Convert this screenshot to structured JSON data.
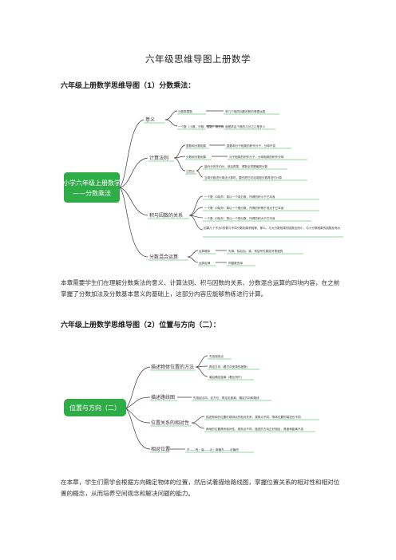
{
  "page": {
    "title": "六年级思维导图上册数学"
  },
  "section1": {
    "title": "六年级上册数学思维导图（1）分数乘法：",
    "root": [
      "小学六年级上册数学",
      "——分数乘法"
    ],
    "branches": {
      "b1": {
        "label": "意义",
        "leaves": [
          "分数乘整数",
          "求几个相同加数的和的简便运算",
          "一个数（小数、分数、整数）乘分数",
          "就是求这个数的几分之几是多少"
        ]
      },
      "b2": {
        "label": "计算法则",
        "leaves": [
          "整数和分数相乘",
          "整数和分子相乘的积作分子，分母不变",
          "分数和分数相乘",
          "分子相乘的积作分子，分母相乘的积作分母",
          "注意点",
          "能约分的先约分，然后再乘，得数必须是最简分数",
          "当带分数进行乘法计算时，要先把它们化成假分数再进行计算"
        ]
      },
      "b3": {
        "label": "积与因数的关系",
        "leaves": [
          "一个数（0除外）乘以一个真分数，所得的积小于它本身",
          "一个数（0除外）乘以一个假分数，所得的积等于或大于它本身",
          "一个数（0除外）乘以一个带分数，所得的积大于它本身",
          "如果几个不为0的数与不同分数相乘积相等，那么，与大分数相乘的因数反而小，与小分数相乘的因数反而大"
        ]
      },
      "b4": {
        "label": "分数混合运算",
        "leaves": [
          "运算顺序",
          "先乘、除后加、减，有括号先算括号里面的",
          "运算定律",
          "同整数的用"
        ]
      }
    }
  },
  "para1": "本章需要学生们在理解分数乘法的意义、计算法则、积与因数的关系、分数混合运算的四块内容，在之前掌握了分数加法及分数基本意义的基础上，这部分内容应能够熟练进行计算。",
  "section2": {
    "title": "六年级上册数学思维导图（2）位置与方向（二）：",
    "root": "位置与方向（二）",
    "branches": {
      "b1": {
        "label": "描述物体位置的方法",
        "leaves": [
          "先找观测点",
          "再定方向（看方向夹角的度数）",
          "最后确定距离（看比例尺）"
        ]
      },
      "b2": {
        "label": "描述路线图",
        "leaves": [
          "先按起点向、定方位，再定走距离，确定方向和路线"
        ]
      },
      "b3": {
        "label": "位置关系的相对性",
        "leaves": [
          "描述物体的位置时观测点的相对关系，观测点不同，物体位置的描述也不同",
          "两地的位置具有相对性，观测点不同，描述的方向正好相反，角度和距离不变"
        ]
      },
      "b4": {
        "label": "相对位置",
        "leaves": [
          "东——西；南——北；南偏东——北偏西"
        ]
      }
    }
  },
  "para2": "在本章，学生们需学会根据方向确定物体的位置，然后试着描绘路线图，掌握位置关系的相对性和相对位置的概念，从而培养空间观念和解决问题的能力。",
  "colors": {
    "accent": "#2eac48",
    "line": "#3a3a3a"
  }
}
